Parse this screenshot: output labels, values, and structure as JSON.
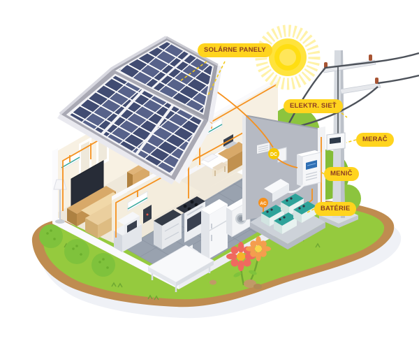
{
  "labels": {
    "solar_panels": "SOLÁRNE PANELY",
    "grid": "ELEKTR. SIEŤ",
    "meter": "MERAČ",
    "inverter": "MENIČ",
    "batteries": "BATÉRIE"
  },
  "badges": {
    "dc": "DC",
    "ac": "AC"
  },
  "colors": {
    "label_bg": "#FFD41E",
    "label_text": "#8A3B24",
    "wire_orange": "#F5911E",
    "dc_badge": "#F6C800",
    "ac_badge": "#F5911E",
    "panel_dark": "#414C72",
    "panel_light": "#57628A",
    "roof_gray": "#A9A9B4",
    "wall_gray": "#B6BAC3",
    "grass": "#95CA3E",
    "dirt": "#BF8C50",
    "tree": "#8CC43E",
    "battery_teal": "#2EA39A",
    "sun_core": "#FFDE12",
    "sun_rays": "#FFF2A8"
  },
  "components": [
    "sun",
    "solar-roof",
    "house-cutaway",
    "living-room",
    "kitchen",
    "bedroom",
    "utility-pole",
    "power-lines",
    "electric-meter",
    "inverter",
    "battery-bank",
    "garden"
  ]
}
